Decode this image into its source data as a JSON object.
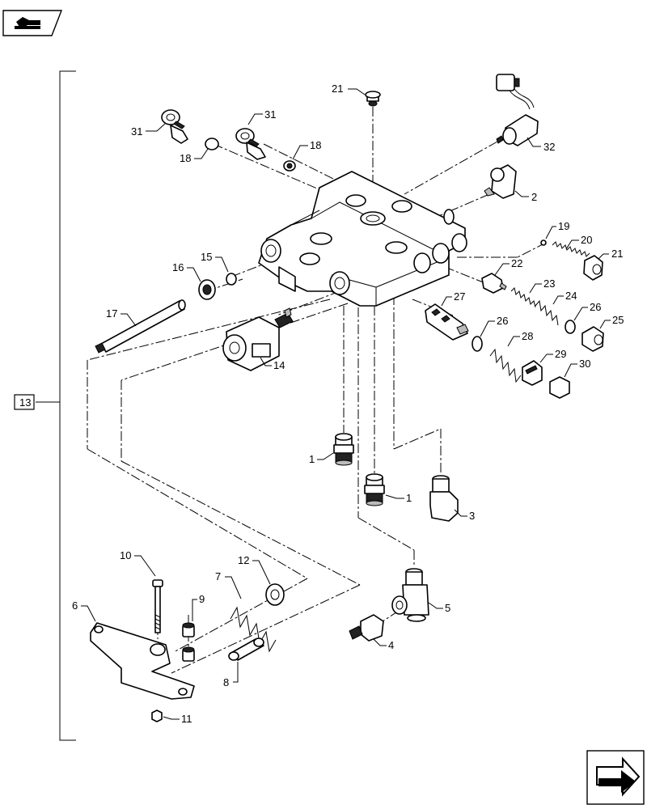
{
  "nav": {
    "top_left_icon": "book-hand-icon",
    "bottom_right_icon": "next-page-arrow-icon"
  },
  "assembly": {
    "ref": "13"
  },
  "callouts": {
    "c1a": "1",
    "c1b": "1",
    "c2": "2",
    "c3": "3",
    "c4": "4",
    "c5": "5",
    "c6": "6",
    "c7": "7",
    "c8": "8",
    "c9": "9",
    "c10": "10",
    "c11": "11",
    "c12": "12",
    "c14": "14",
    "c15": "15",
    "c16": "16",
    "c17": "17",
    "c18a": "18",
    "c18b": "18",
    "c19": "19",
    "c20": "20",
    "c21a": "21",
    "c21b": "21",
    "c22": "22",
    "c23": "23",
    "c24": "24",
    "c25": "25",
    "c26a": "26",
    "c26b": "26",
    "c27": "27",
    "c28": "28",
    "c29": "29",
    "c30": "30",
    "c31a": "31",
    "c31b": "31",
    "c32": "32"
  }
}
